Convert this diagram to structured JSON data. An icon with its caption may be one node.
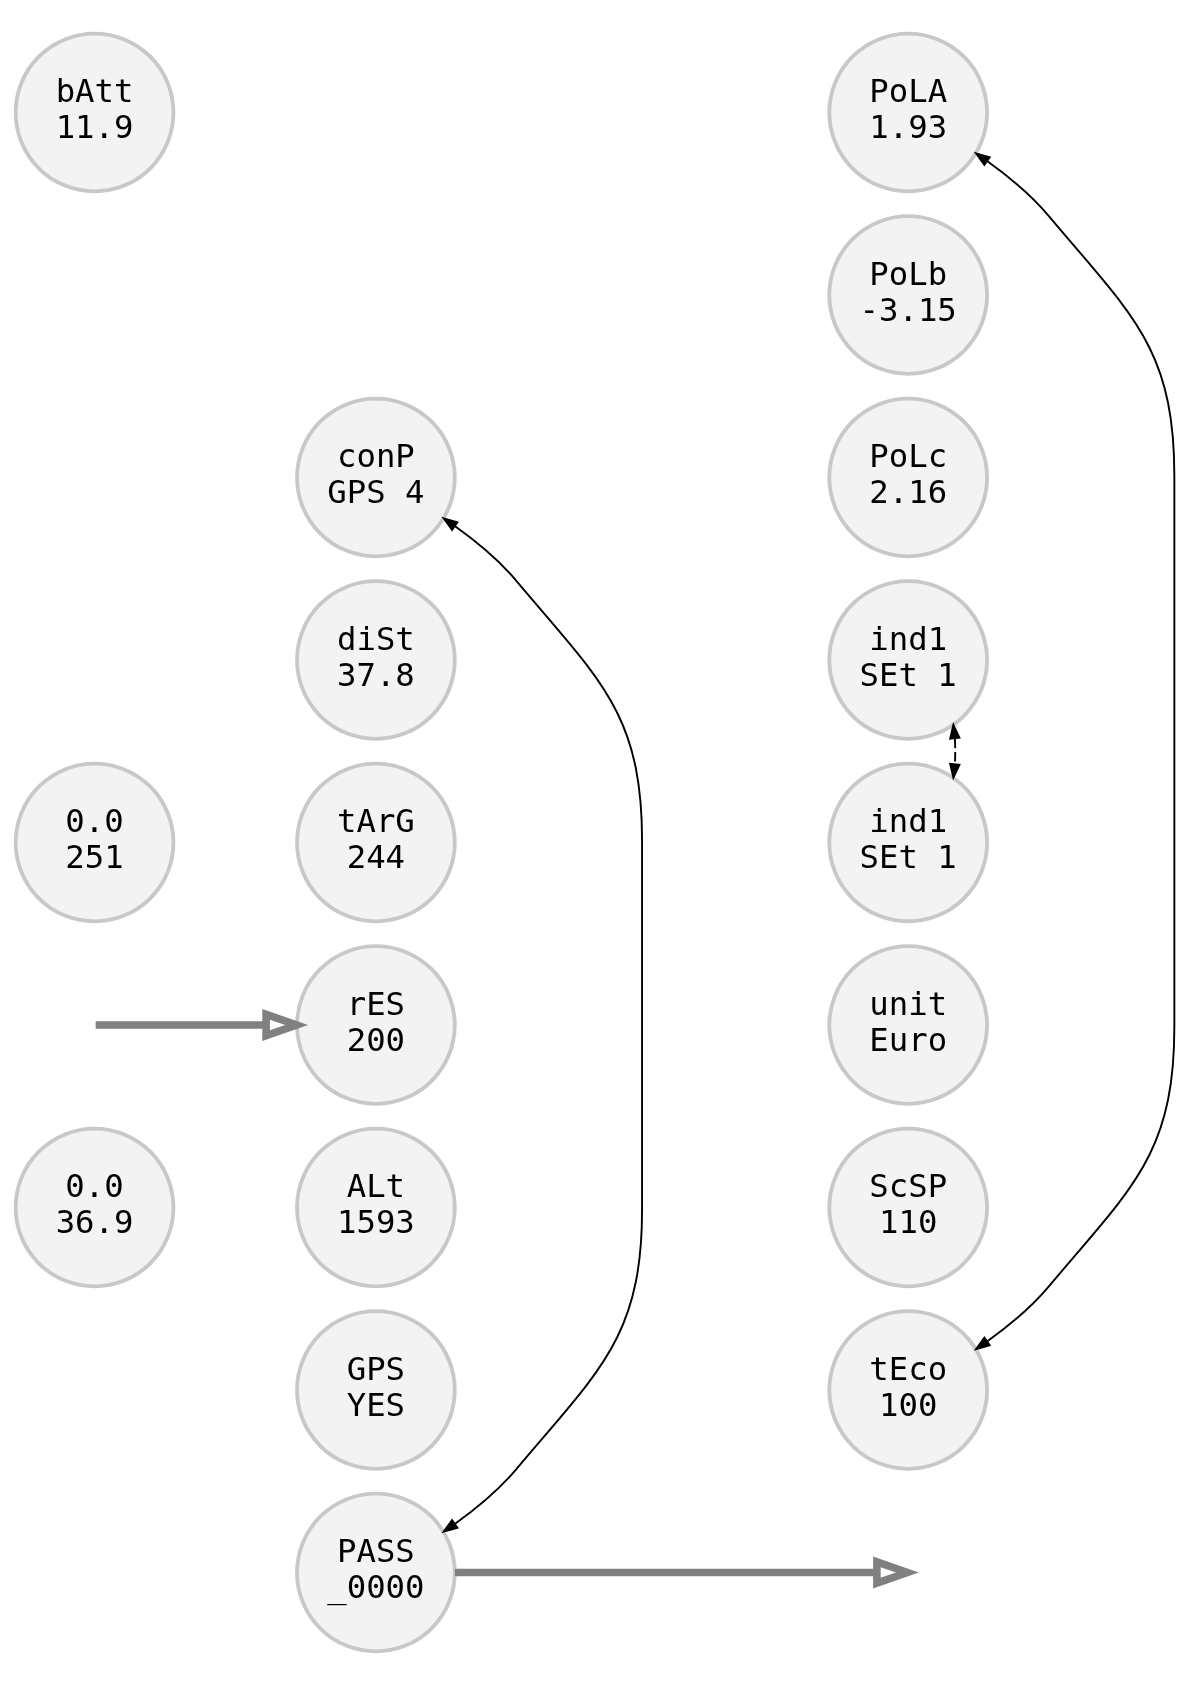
{
  "diagram": {
    "nodes": [
      {
        "text": [
          "bAtt",
          "11.9"
        ]
      },
      {
        "text": [
          "0.0",
          "251"
        ]
      },
      {
        "text": [
          "0.0",
          "36.9"
        ]
      },
      {
        "text": [
          "conP",
          "GPS 4"
        ]
      },
      {
        "text": [
          "diSt",
          "37.8"
        ]
      },
      {
        "text": [
          "tArG",
          "244"
        ]
      },
      {
        "text": [
          "rES",
          "200"
        ]
      },
      {
        "text": [
          "ALt",
          "1593"
        ]
      },
      {
        "text": [
          "GPS",
          "YES"
        ]
      },
      {
        "text": [
          "PASS",
          "_0000"
        ]
      },
      {
        "text": [
          "PoLA",
          "1.93"
        ]
      },
      {
        "text": [
          "PoLb",
          "-3.15"
        ]
      },
      {
        "text": [
          "PoLc",
          "2.16"
        ]
      },
      {
        "text": [
          "ind1",
          "SEt 1"
        ]
      },
      {
        "text": [
          "ind1",
          "SEt 1"
        ]
      },
      {
        "text": [
          "unit",
          "Euro"
        ]
      },
      {
        "text": [
          "ScSP",
          "110"
        ]
      },
      {
        "text": [
          "tEco",
          "100"
        ]
      }
    ],
    "edges": [
      {
        "from": null,
        "to": 6,
        "arrow": "to",
        "style": "thick",
        "color": "#808080"
      },
      {
        "from": 3,
        "to": 9,
        "arrow": "both"
      },
      {
        "from": 9,
        "to": null,
        "arrow": "to",
        "style": "thick",
        "color": "#808080"
      },
      {
        "from": 10,
        "to": 17,
        "arrow": "both"
      },
      {
        "from": 13,
        "to": 14,
        "arrow": "both",
        "style": "dashed"
      }
    ]
  }
}
